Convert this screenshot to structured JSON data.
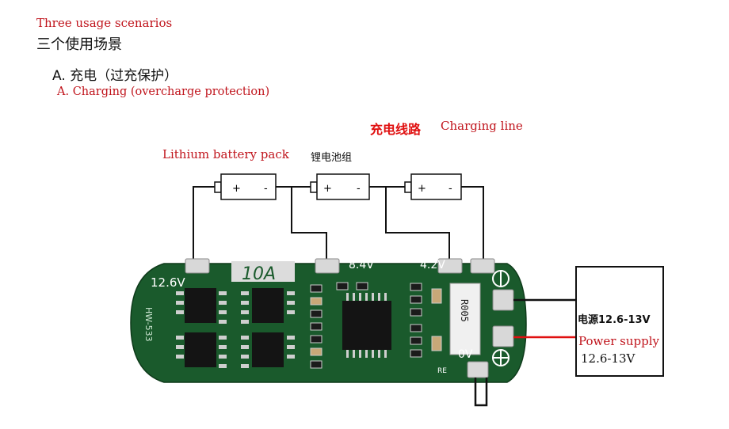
{
  "header": {
    "title_en": "Three usage scenarios",
    "title_zh": "三个使用场景",
    "section_zh": "A. 充电（过充保护）",
    "section_en": "A. Charging (overcharge protection)"
  },
  "labels": {
    "charging_line_zh": "充电线路",
    "charging_line_en": "Charging line",
    "battery_pack_en": "Lithium battery pack",
    "battery_pack_zh": "锂电池组",
    "power_supply_zh": "电源12.6-13V",
    "power_supply_en1": "Power supply",
    "power_supply_en2": "12.6-13V"
  },
  "board": {
    "current_rating": "10A",
    "pad_12v6": "12.6V",
    "pad_8v4": "8.4V",
    "pad_4v2": "4.2V",
    "pad_0v": "0V",
    "model": "HW-533",
    "resistor_code": "R005",
    "silk_re": "RE"
  },
  "battery": {
    "plus": "+",
    "minus": "-"
  },
  "colors": {
    "pcb": "#1a5a2c",
    "label_red": "#c0141c",
    "wire_red": "#e01010"
  }
}
